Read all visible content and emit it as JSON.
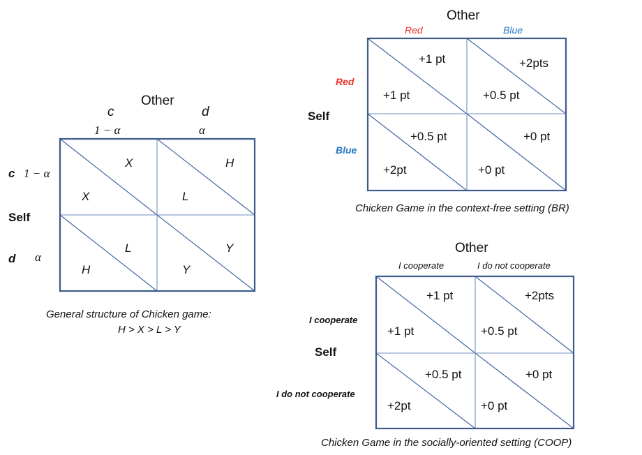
{
  "colors": {
    "red": "#e8322c",
    "blue": "#2b78c2",
    "frame": "#3d5a8a",
    "line": "#6f8fc0"
  },
  "general": {
    "other_label": "Other",
    "self_label": "Self",
    "col_strategies": [
      "c",
      "d"
    ],
    "col_probs": [
      "1 − α",
      "α"
    ],
    "row_strategies": [
      "c",
      "d"
    ],
    "row_probs": [
      "1 − α",
      "α"
    ],
    "cells": [
      [
        {
          "self": "X",
          "other": "X"
        },
        {
          "self": "L",
          "other": "H"
        }
      ],
      [
        {
          "self": "H",
          "other": "L"
        },
        {
          "self": "Y",
          "other": "Y"
        }
      ]
    ],
    "caption_line1": "General structure of Chicken game:",
    "caption_line2": "H > X > L > Y"
  },
  "br": {
    "other_label": "Other",
    "self_label": "Self",
    "col_labels": [
      "Red",
      "Blue"
    ],
    "row_labels": [
      "Red",
      "Blue"
    ],
    "cells": [
      [
        {
          "self": "+1 pt",
          "other": "+1 pt"
        },
        {
          "self": "+0.5 pt",
          "other": "+2pts"
        }
      ],
      [
        {
          "self": "+2pt",
          "other": "+0.5 pt"
        },
        {
          "self": "+0 pt",
          "other": "+0 pt"
        }
      ]
    ],
    "caption": "Chicken Game in the context-free setting (BR)"
  },
  "coop": {
    "other_label": "Other",
    "self_label": "Self",
    "col_labels": [
      "I cooperate",
      "I do not cooperate"
    ],
    "row_labels": [
      "I cooperate",
      "I do not cooperate"
    ],
    "cells": [
      [
        {
          "self": "+1 pt",
          "other": "+1 pt"
        },
        {
          "self": "+0.5 pt",
          "other": "+2pts"
        }
      ],
      [
        {
          "self": "+2pt",
          "other": "+0.5 pt"
        },
        {
          "self": "+0 pt",
          "other": "+0 pt"
        }
      ]
    ],
    "caption": "Chicken Game in the socially-oriented setting (COOP)"
  }
}
